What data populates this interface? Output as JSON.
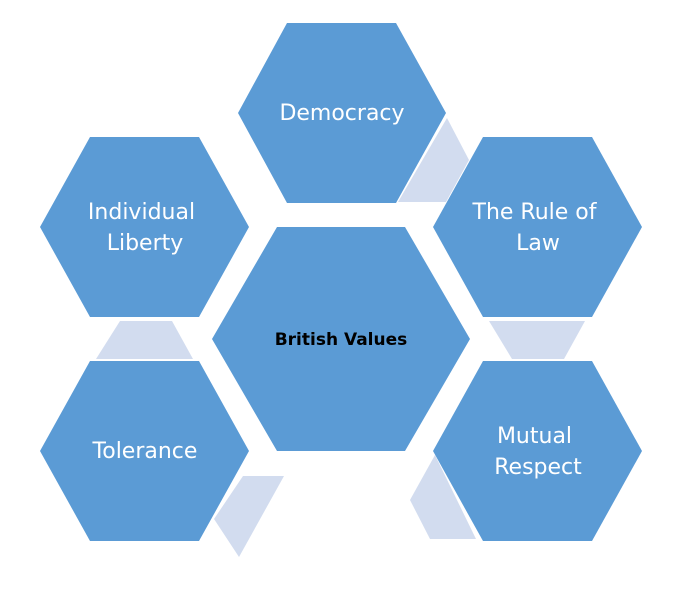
{
  "diagram": {
    "center": {
      "label": "British Values"
    },
    "nodes": [
      {
        "id": "democracy",
        "lines": [
          "Democracy"
        ]
      },
      {
        "id": "rule-of-law",
        "lines": [
          "The Rule of",
          "Law"
        ]
      },
      {
        "id": "mutual-respect",
        "lines": [
          "Mutual",
          "Respect"
        ]
      },
      {
        "id": "tolerance",
        "lines": [
          "Tolerance"
        ]
      },
      {
        "id": "individual-liberty",
        "lines": [
          "Individual",
          "Liberty"
        ]
      }
    ]
  },
  "colors": {
    "hexagon": "#5b9bd5",
    "connector": "#d2dcef",
    "node_text": "#ffffff",
    "center_text": "#000000"
  }
}
